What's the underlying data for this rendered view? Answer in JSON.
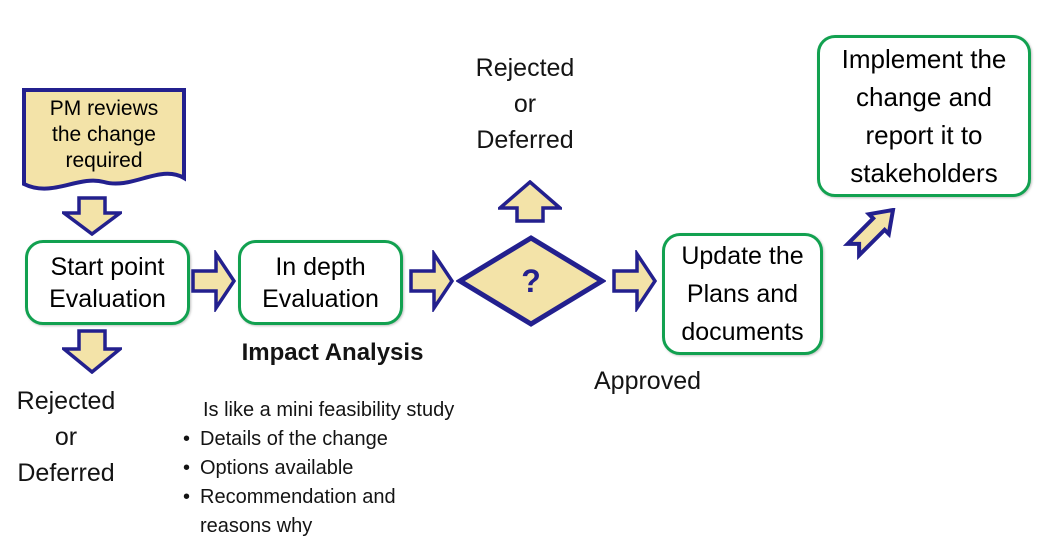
{
  "nodes": {
    "pm_reviews": {
      "label": "PM reviews\nthe change\nrequired"
    },
    "start_point": {
      "label": "Start point\nEvaluation"
    },
    "in_depth": {
      "label": "In depth\nEvaluation"
    },
    "decision": {
      "label": "?"
    },
    "update_plans": {
      "label": "Update the\nPlans and\ndocuments"
    },
    "implement": {
      "label": "Implement the\nchange and\nreport it to\nstakeholders"
    }
  },
  "labels": {
    "rejected_top": "Rejected\nor\nDeferred",
    "rejected_bottom": "Rejected\nor\nDeferred",
    "approved": "Approved",
    "impact_title": "Impact Analysis"
  },
  "impact_notes": {
    "intro": "Is like a mini feasibility study",
    "bullet_glyph": "•",
    "bullets": [
      "Details of the change",
      "Options available",
      "Recommendation and reasons why"
    ]
  },
  "colors": {
    "shape_fill": "#F3E3A8",
    "shape_border": "#23208E",
    "process_border": "#12A150",
    "text": "#000000"
  }
}
